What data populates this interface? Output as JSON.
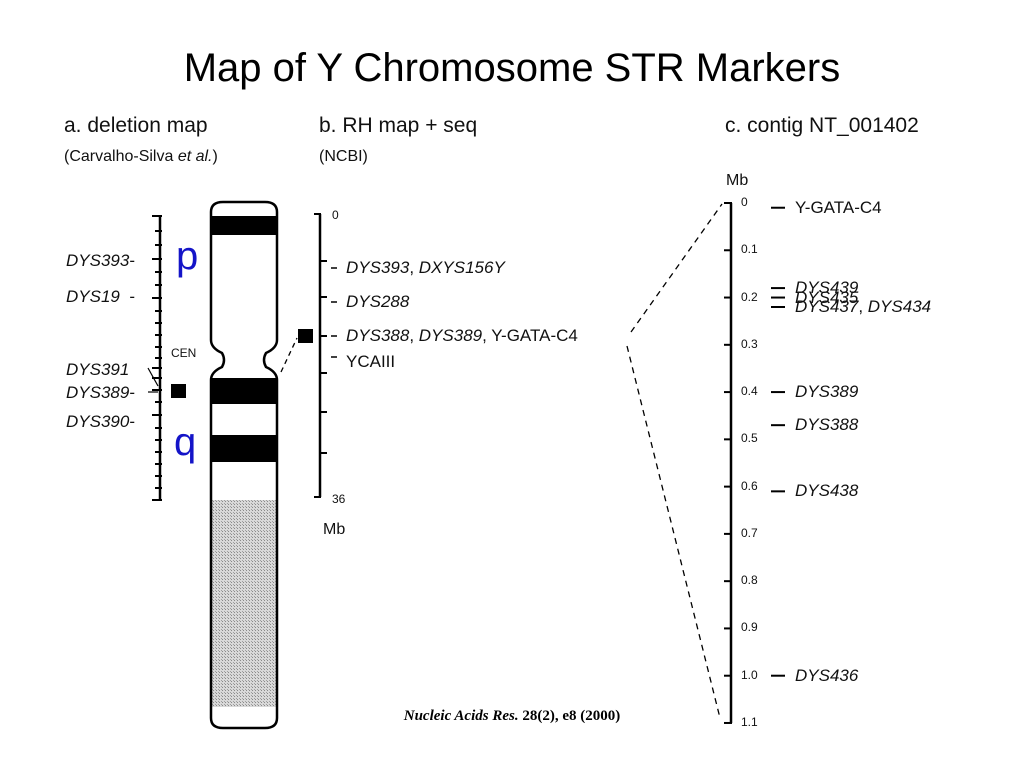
{
  "title": "Map of Y Chromosome STR Markers",
  "colors": {
    "arm_labels": "#1414c8",
    "band": "#000000",
    "heterochromatin": "#c8c8c8"
  },
  "panel_a": {
    "heading": "a. deletion map",
    "source_name": "(Carvalho-Silva ",
    "source_etal": "et al.",
    "source_close": ")",
    "markers": [
      "DYS393",
      "DYS19",
      "DYS391",
      "DYS389",
      "DYS390"
    ],
    "p_label": "p",
    "q_label": "q",
    "cen_label": "CEN"
  },
  "panel_b": {
    "heading": "b. RH map + seq",
    "source": "(NCBI)",
    "axis_top": "0",
    "axis_bottom": "36",
    "unit": "Mb",
    "markers": [
      {
        "parts": [
          [
            "DYS393",
            true
          ],
          [
            ", ",
            false
          ],
          [
            "DXYS156Y",
            true
          ]
        ]
      },
      {
        "parts": [
          [
            "DYS288",
            true
          ]
        ]
      },
      {
        "parts": [
          [
            "DYS388",
            true
          ],
          [
            ", ",
            false
          ],
          [
            "DYS389",
            true
          ],
          [
            ", Y-GATA-C4",
            false
          ]
        ]
      },
      {
        "parts": [
          [
            "YCAIII",
            false
          ]
        ]
      }
    ]
  },
  "panel_c": {
    "heading": "c. contig NT_001402",
    "unit": "Mb",
    "ticks": [
      "0",
      "0.1",
      "0.2",
      "0.3",
      "0.4",
      "0.5",
      "0.6",
      "0.7",
      "0.8",
      "0.9",
      "1.0",
      "1.1"
    ],
    "markers": [
      {
        "mb": 0.01,
        "parts": [
          [
            "Y-GATA-C4",
            false
          ]
        ]
      },
      {
        "mb": 0.18,
        "parts": [
          [
            "DYS439",
            true
          ]
        ]
      },
      {
        "mb": 0.2,
        "parts": [
          [
            "DYS435",
            true
          ]
        ]
      },
      {
        "mb": 0.22,
        "parts": [
          [
            "DYS437",
            true
          ],
          [
            ", ",
            false
          ],
          [
            "DYS434",
            true
          ]
        ]
      },
      {
        "mb": 0.4,
        "parts": [
          [
            "DYS389",
            true
          ]
        ]
      },
      {
        "mb": 0.47,
        "parts": [
          [
            "DYS388",
            true
          ]
        ]
      },
      {
        "mb": 0.61,
        "parts": [
          [
            "DYS438",
            true
          ]
        ]
      },
      {
        "mb": 1.0,
        "parts": [
          [
            "DYS436",
            true
          ]
        ]
      }
    ]
  },
  "citation": {
    "journal": "Nucleic Acids Res.",
    "details": " 28(2), e8 (2000)"
  }
}
